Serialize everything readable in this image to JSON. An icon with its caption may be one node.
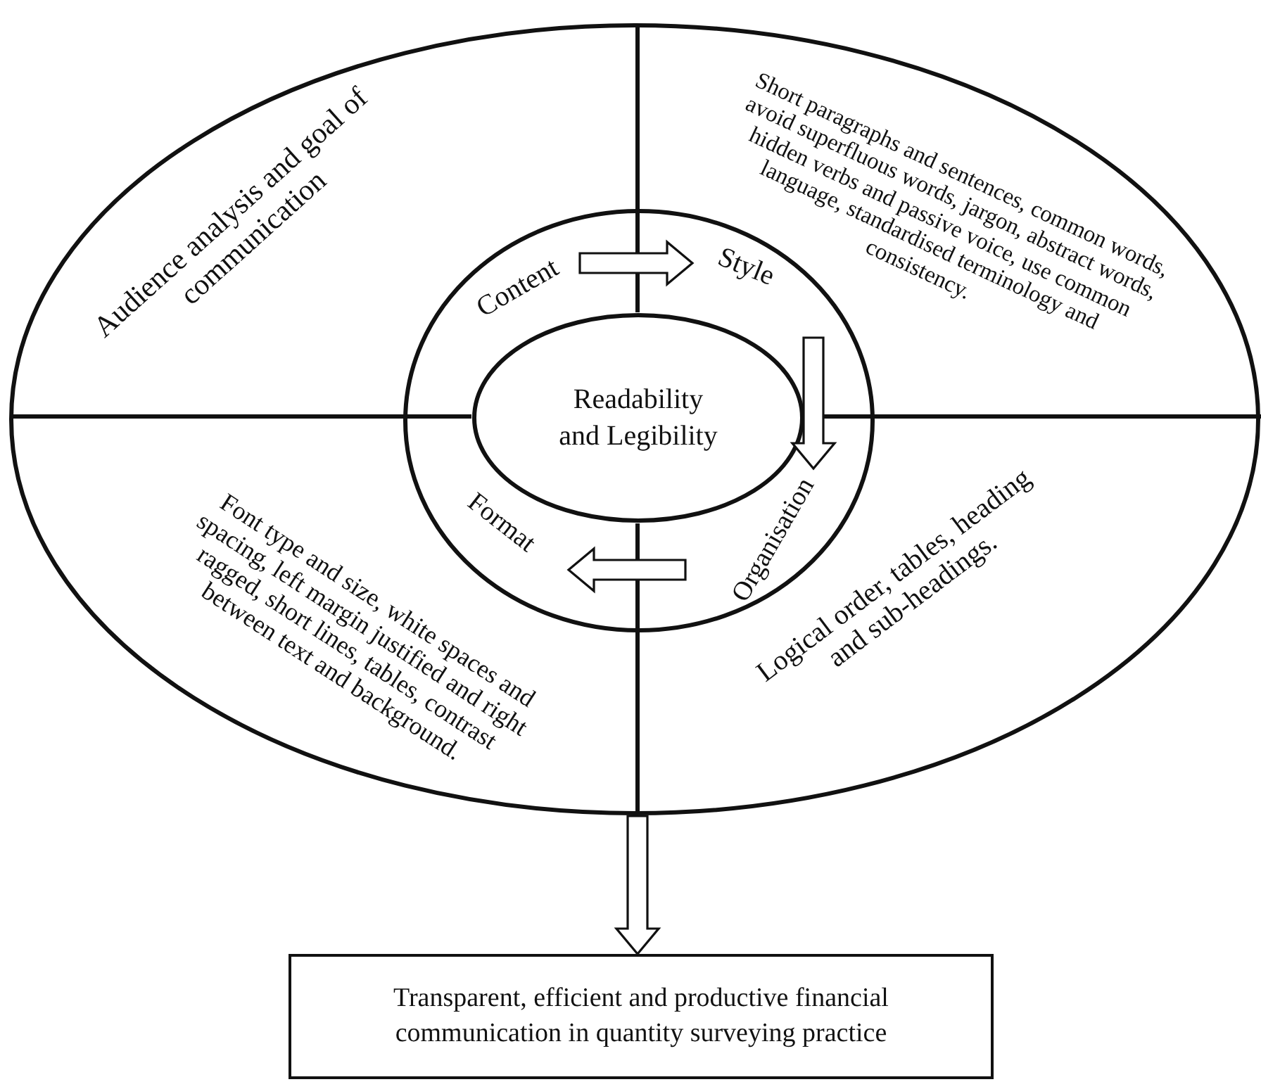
{
  "diagram": {
    "nodes": [
      {
        "text": [],
        "shape": "ellipse"
      },
      {
        "text": [],
        "shape": "ellipse",
        "in": 0
      },
      {
        "text": [
          "Content"
        ],
        "in": 1
      },
      {
        "text": [
          "Style"
        ],
        "in": 1
      },
      {
        "text": [
          "Organisation"
        ],
        "in": 1
      },
      {
        "text": [
          "Format"
        ],
        "in": 1
      },
      {
        "text": [
          "Readability and Legibility"
        ],
        "in": 1
      },
      {
        "text": [
          "Transparent, efficient and productive financial communication in quantity surveying practice"
        ]
      }
    ],
    "edges": [
      {
        "from": 2,
        "to": 3,
        "arrow": "to"
      },
      {
        "from": 3,
        "to": 4,
        "arrow": "to"
      },
      {
        "from": 4,
        "to": 5,
        "arrow": "to"
      },
      {
        "from": 0,
        "to": 7,
        "arrow": "to"
      }
    ],
    "labels": [
      "Audience analysis and goal of communication",
      "Short paragraphs and sentences, common words, avoid superfluous words, jargon, abstract words, hidden verbs and passive voice, use common language, standardised terminology and consistency.",
      "Font type and size, white spaces and spacing, left margin justified and right ragged, short lines, tables, contrast between text and background.",
      "Logical order, tables, heading and sub-headings."
    ]
  }
}
